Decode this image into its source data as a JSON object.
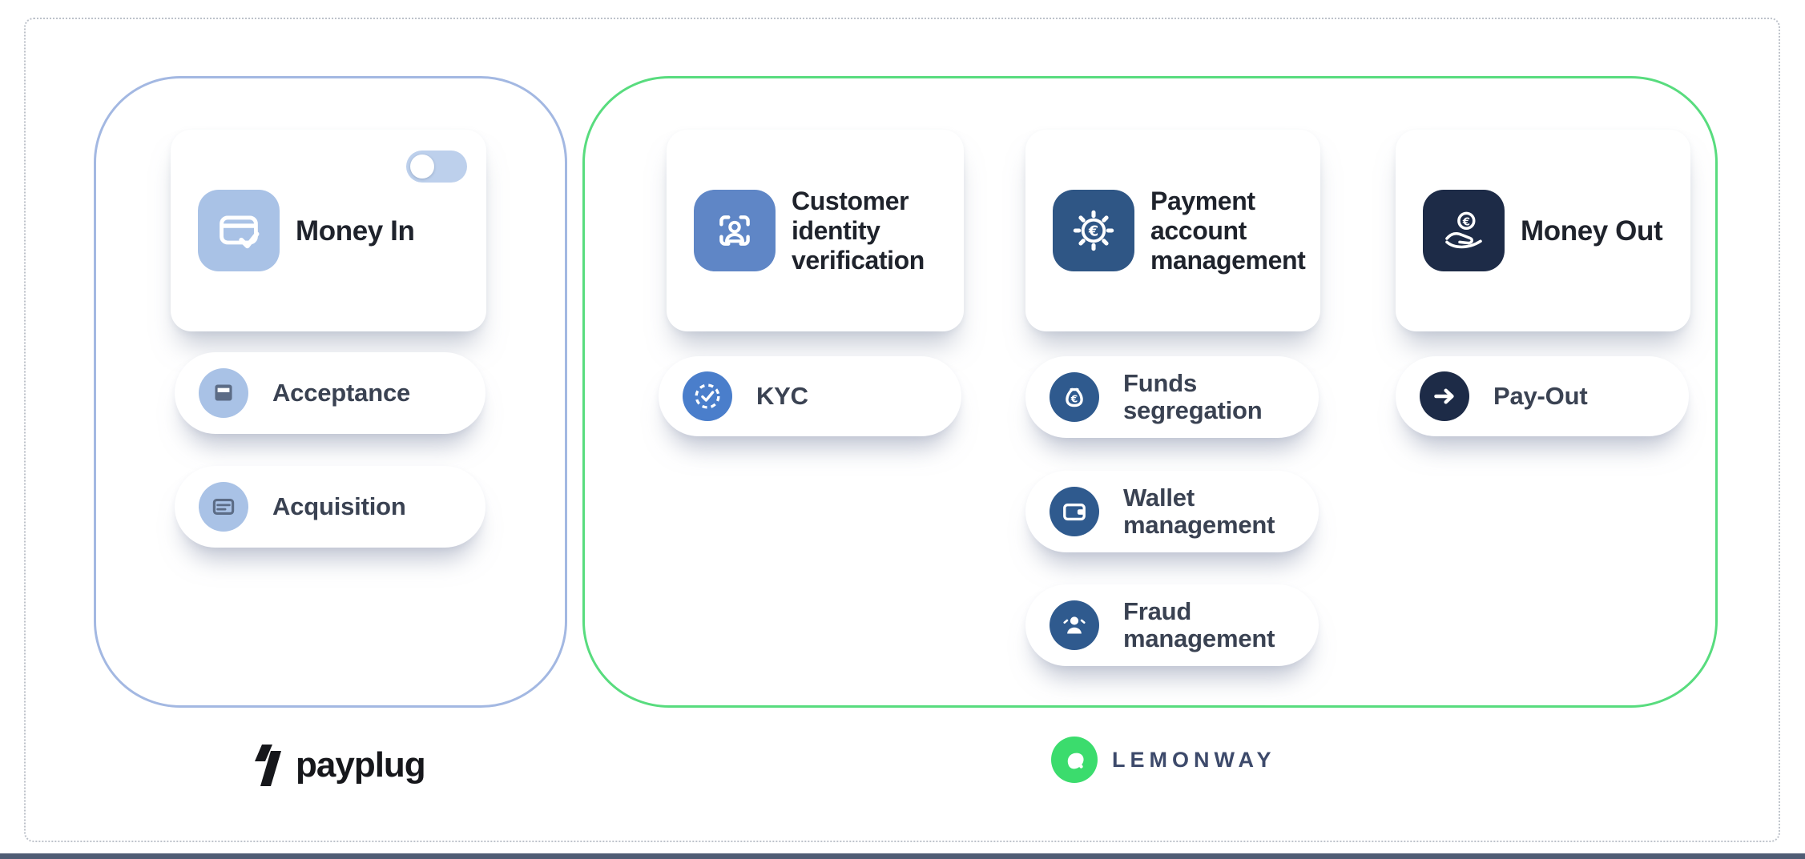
{
  "page": {
    "background": "#ffffff",
    "bottom_bar_color": "#4f5c74",
    "dotted_border_color": "#bdc2ca"
  },
  "payplug_section": {
    "border_color": "#a3b8e2",
    "brand": "payplug",
    "card": {
      "title": "Money In",
      "icon": "card-check-icon",
      "icon_bg": "#a9c2e6",
      "toggle_state": "off"
    },
    "pills": [
      {
        "label": "Acceptance",
        "icon": "pos-terminal-icon",
        "icon_bg": "#a9c2e6"
      },
      {
        "label": "Acquisition",
        "icon": "card-reader-icon",
        "icon_bg": "#a9c2e6"
      }
    ]
  },
  "lemonway_section": {
    "border_color": "#58dc7e",
    "brand": "LEMONWAY",
    "brand_bubble_color": "#3bdc6d",
    "columns": [
      {
        "card": {
          "title": "Customer identity verification",
          "icon": "face-scan-icon",
          "icon_bg": "#5f86c6"
        },
        "pills": [
          {
            "label": "KYC",
            "icon": "check-dashed-circle-icon",
            "icon_bg": "#4a7ecb"
          }
        ]
      },
      {
        "card": {
          "title": "Payment account management",
          "icon": "gear-euro-icon",
          "icon_bg": "#2f5685"
        },
        "pills": [
          {
            "label": "Funds segregation",
            "icon": "money-bag-icon",
            "icon_bg": "#2f5a8e"
          },
          {
            "label": "Wallet management",
            "icon": "wallet-icon",
            "icon_bg": "#2f5a8e"
          },
          {
            "label": "Fraud management",
            "icon": "person-alert-icon",
            "icon_bg": "#2f5a8e"
          }
        ]
      },
      {
        "card": {
          "title": "Money Out",
          "icon": "hand-coin-icon",
          "icon_bg": "#1d2b47"
        },
        "pills": [
          {
            "label": "Pay-Out",
            "icon": "arrow-right-icon",
            "icon_bg": "#1d2b47"
          }
        ]
      }
    ]
  }
}
